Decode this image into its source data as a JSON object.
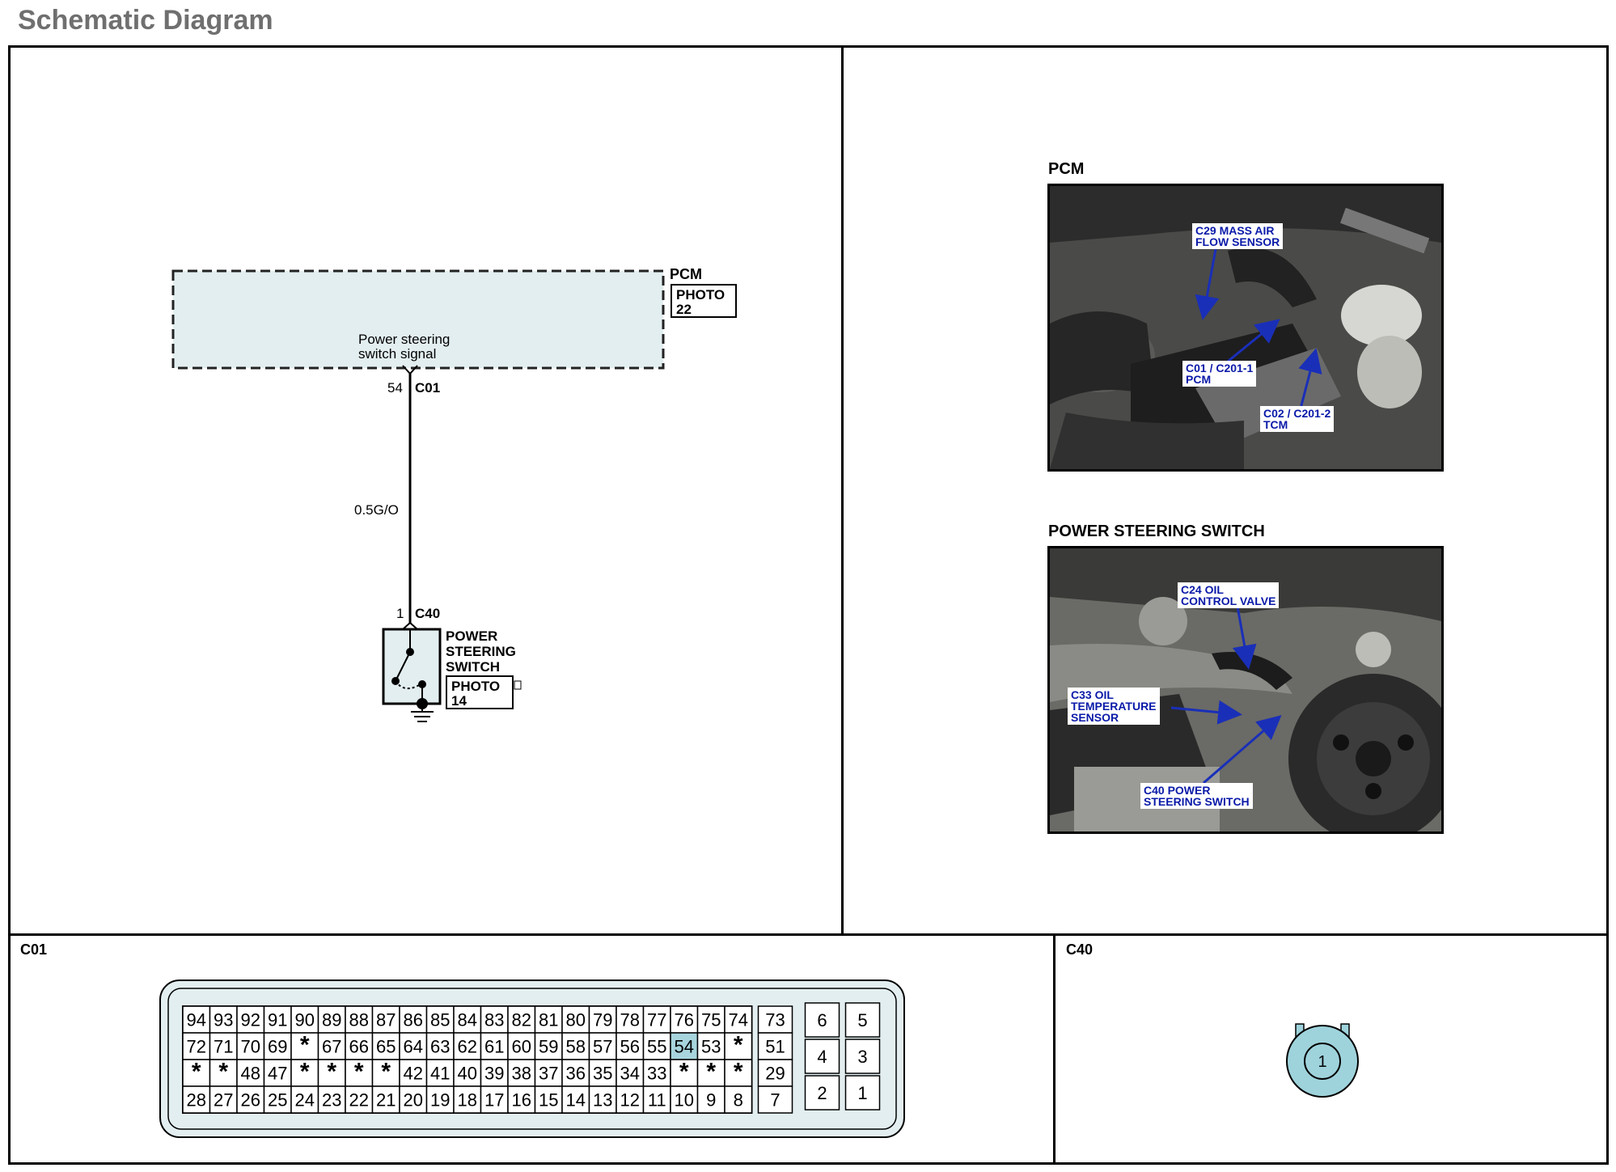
{
  "page": {
    "title": "Schematic Diagram"
  },
  "schematic": {
    "pcm_label": "PCM",
    "pcm_photo_label": "PHOTO",
    "pcm_photo_number": "22",
    "signal_line1": "Power steering",
    "signal_line2": "switch signal",
    "pcm_pin": "54",
    "pcm_connector": "C01",
    "wire_spec": "0.5G/O",
    "switch_pin": "1",
    "switch_connector": "C40",
    "switch_name_line1": "POWER",
    "switch_name_line2": "STEERING",
    "switch_name_line3": "SWITCH",
    "switch_photo_label": "PHOTO",
    "switch_photo_number": "14"
  },
  "photos": {
    "pcm": {
      "heading": "PCM",
      "callouts": [
        {
          "line1": "C29 MASS AIR",
          "line2": "FLOW SENSOR"
        },
        {
          "line1": "C01 / C201-1",
          "line2": "PCM"
        },
        {
          "line1": "C02 / C201-2",
          "line2": "TCM"
        }
      ]
    },
    "power_steering": {
      "heading": "POWER STEERING SWITCH",
      "callouts": [
        {
          "line1": "C24 OIL",
          "line2": "CONTROL VALVE",
          "line3": ""
        },
        {
          "line1": "C33 OIL",
          "line2": "TEMPERATURE",
          "line3": "SENSOR"
        },
        {
          "line1": "C40 POWER",
          "line2": "STEERING SWITCH",
          "line3": ""
        }
      ]
    }
  },
  "connector_c01": {
    "label": "C01",
    "highlight_pin": "54",
    "rows": [
      [
        "94",
        "93",
        "92",
        "91",
        "90",
        "89",
        "88",
        "87",
        "86",
        "85",
        "84",
        "83",
        "82",
        "81",
        "80",
        "79",
        "78",
        "77",
        "76",
        "75",
        "74"
      ],
      [
        "72",
        "71",
        "70",
        "69",
        "*",
        "67",
        "66",
        "65",
        "64",
        "63",
        "62",
        "61",
        "60",
        "59",
        "58",
        "57",
        "56",
        "55",
        "54",
        "53",
        "*"
      ],
      [
        "*",
        "*",
        "48",
        "47",
        "*",
        "*",
        "*",
        "*",
        "42",
        "41",
        "40",
        "39",
        "38",
        "37",
        "36",
        "35",
        "34",
        "33",
        "*",
        "*",
        "*"
      ],
      [
        "28",
        "27",
        "26",
        "25",
        "24",
        "23",
        "22",
        "21",
        "20",
        "19",
        "18",
        "17",
        "16",
        "15",
        "14",
        "13",
        "12",
        "11",
        "10",
        "9",
        "8"
      ]
    ],
    "side_column": [
      "73",
      "51",
      "29",
      "7"
    ],
    "right_block": [
      [
        "6",
        "5"
      ],
      [
        "4",
        "3"
      ],
      [
        "2",
        "1"
      ]
    ]
  },
  "connector_c40": {
    "label": "C40",
    "pin": "1"
  },
  "colors": {
    "pcm_fill": "#e3eef0",
    "connector_fill": "#e3eef0",
    "c40_fill": "#9fd3dc",
    "highlight": "#a8d5dd",
    "callout_text": "#0a1aa8"
  }
}
